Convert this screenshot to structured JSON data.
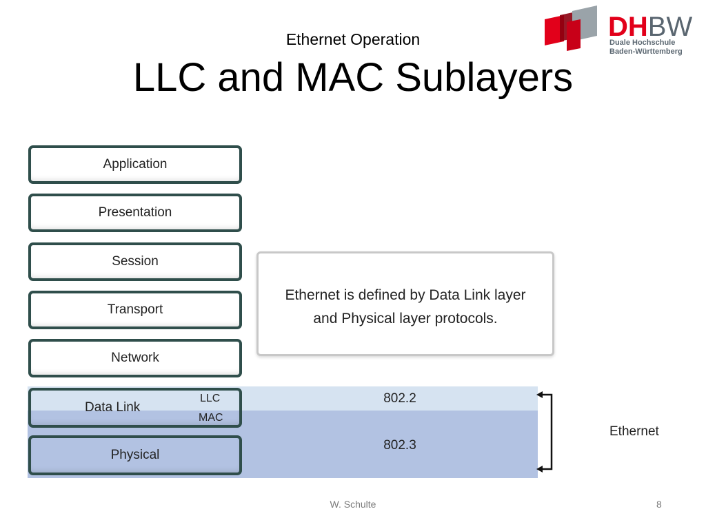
{
  "slide": {
    "subtitle": "Ethernet Operation",
    "title": "LLC and MAC Sublayers"
  },
  "logo": {
    "word_red": "DH",
    "word_gray": "BW",
    "line1": "Duale Hochschule",
    "line2": "Baden-Württemberg",
    "colors": {
      "red": "#e2001a",
      "gray": "#5a6670"
    }
  },
  "diagram": {
    "layers": [
      {
        "label": "Application"
      },
      {
        "label": "Presentation"
      },
      {
        "label": "Session"
      },
      {
        "label": "Transport"
      },
      {
        "label": "Network"
      },
      {
        "label": "Data Link"
      },
      {
        "label": "Physical"
      }
    ],
    "sublayers": {
      "llc": "LLC",
      "mac": "MAC"
    },
    "info_text_line1": "Ethernet is defined by Data Link layer",
    "info_text_line2": "and Physical layer protocols.",
    "standards": {
      "llc": "802.2",
      "mac": "802.3"
    },
    "ethernet_label": "Ethernet",
    "colors": {
      "llc_band": "#d6e3f1",
      "mac_band": "#b2c2e2",
      "layer_border": "#2f4e4b"
    }
  },
  "footer": {
    "author": "W. Schulte",
    "page": "8"
  }
}
